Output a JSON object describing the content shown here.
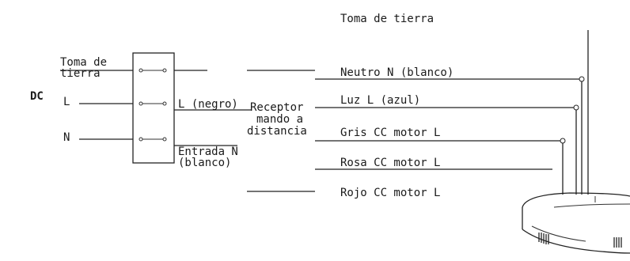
{
  "labels": {
    "dc": "DC",
    "toma_tierra_left": [
      "Toma de",
      "tierra"
    ],
    "l": "L",
    "n": "N",
    "l_negro": "L (negro)",
    "entrada": [
      "Entrada N",
      "(blanco)"
    ],
    "receptor": [
      "Receptor",
      "mando a",
      "distancia"
    ],
    "toma_tierra_top": "Toma de tierra",
    "neutro": "Neutro N (blanco)",
    "luz": "Luz L (azul)",
    "gris": "Gris CC motor L",
    "rosa": "Rosa CC motor L",
    "rojo": "Rojo CC motor L"
  }
}
